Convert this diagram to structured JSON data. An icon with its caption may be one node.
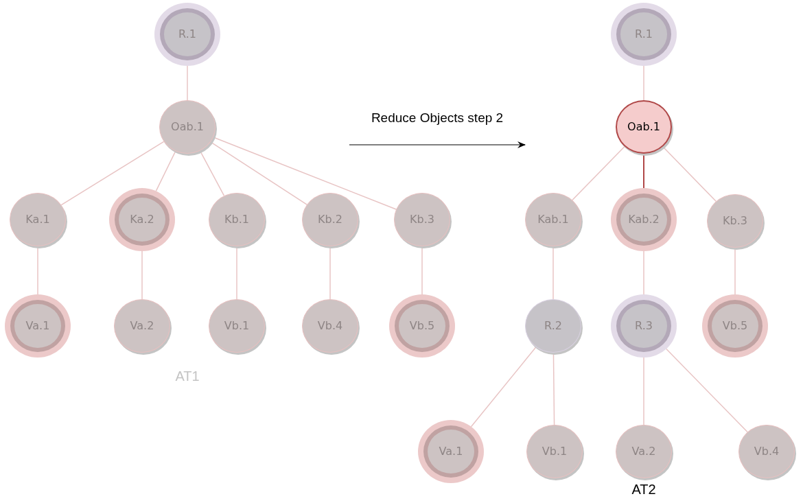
{
  "diagram": {
    "nodes": [
      {
        "text": [
          "R.1"
        ]
      },
      {
        "text": [
          "Oab.1"
        ]
      },
      {
        "text": [
          "Ka.1"
        ]
      },
      {
        "text": [
          "Ka.2"
        ]
      },
      {
        "text": [
          "Kb.1"
        ]
      },
      {
        "text": [
          "Kb.2"
        ]
      },
      {
        "text": [
          "Kb.3"
        ]
      },
      {
        "text": [
          "Va.1"
        ]
      },
      {
        "text": [
          "Va.2"
        ]
      },
      {
        "text": [
          "Vb.1"
        ]
      },
      {
        "text": [
          "Vb.4"
        ]
      },
      {
        "text": [
          "Vb.5"
        ]
      },
      {
        "text": [
          "R.1"
        ]
      },
      {
        "text": [
          "Oab.1"
        ]
      },
      {
        "text": [
          "Kab.1"
        ]
      },
      {
        "text": [
          "Kab.2"
        ]
      },
      {
        "text": [
          "Kb.3"
        ]
      },
      {
        "text": [
          "R.2"
        ]
      },
      {
        "text": [
          "R.3"
        ]
      },
      {
        "text": [
          "Vb.5"
        ]
      },
      {
        "text": [
          "Va.1"
        ]
      },
      {
        "text": [
          "Vb.1"
        ]
      },
      {
        "text": [
          "Va.2"
        ]
      },
      {
        "text": [
          "Vb.4"
        ]
      }
    ],
    "edges": [
      {
        "from": 0,
        "to": 1,
        "arrow": "none"
      },
      {
        "from": 1,
        "to": 2,
        "arrow": "none"
      },
      {
        "from": 1,
        "to": 3,
        "arrow": "none"
      },
      {
        "from": 1,
        "to": 4,
        "arrow": "none"
      },
      {
        "from": 1,
        "to": 5,
        "arrow": "none"
      },
      {
        "from": 1,
        "to": 6,
        "arrow": "none"
      },
      {
        "from": 2,
        "to": 7,
        "arrow": "none"
      },
      {
        "from": 3,
        "to": 8,
        "arrow": "none"
      },
      {
        "from": 4,
        "to": 9,
        "arrow": "none"
      },
      {
        "from": 5,
        "to": 10,
        "arrow": "none"
      },
      {
        "from": 6,
        "to": 11,
        "arrow": "none"
      },
      {
        "from": 12,
        "to": 13,
        "arrow": "none"
      },
      {
        "from": 13,
        "to": 14,
        "arrow": "none"
      },
      {
        "from": 13,
        "to": 15,
        "arrow": "none",
        "color": "#b04848"
      },
      {
        "from": 13,
        "to": 16,
        "arrow": "none"
      },
      {
        "from": 14,
        "to": 17,
        "arrow": "none"
      },
      {
        "from": 15,
        "to": 18,
        "arrow": "none"
      },
      {
        "from": 16,
        "to": 19,
        "arrow": "none"
      },
      {
        "from": 17,
        "to": 20,
        "arrow": "none"
      },
      {
        "from": 17,
        "to": 21,
        "arrow": "none"
      },
      {
        "from": 18,
        "to": 22,
        "arrow": "none"
      },
      {
        "from": 18,
        "to": 23,
        "arrow": "none"
      }
    ],
    "labels": [
      "Reduce Objects step 2",
      "AT1",
      "AT2"
    ]
  }
}
